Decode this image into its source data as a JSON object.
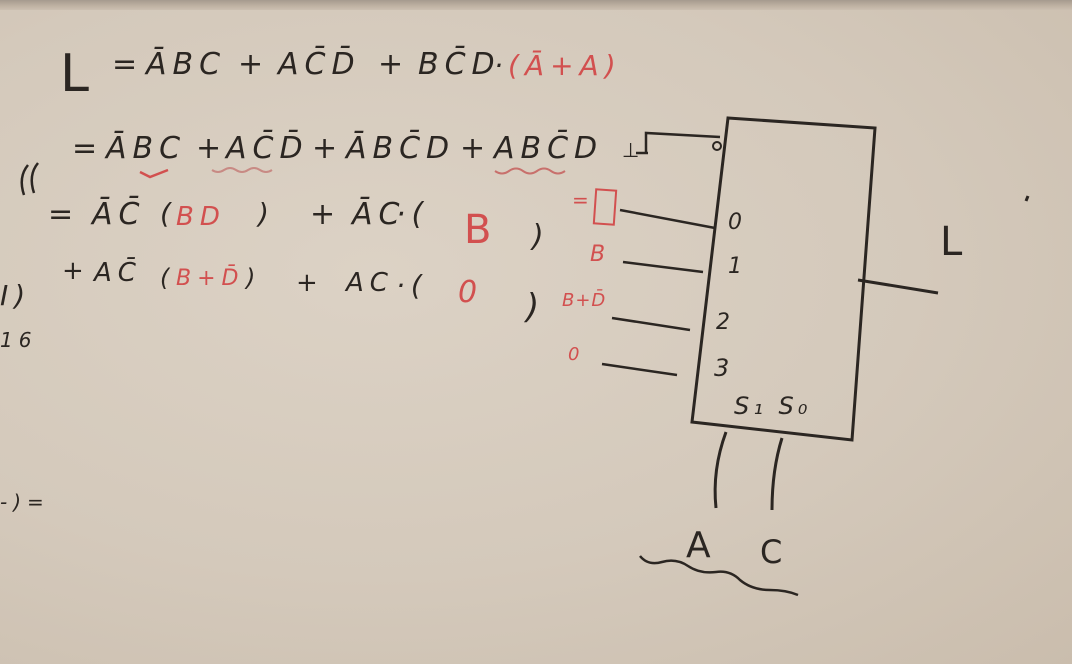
{
  "board": {
    "lines": [
      {
        "id": "line1",
        "prefix": "L",
        "eq": "=",
        "terms": [
          "ĀBC",
          "+",
          "AC̄D̄",
          "+",
          "BC̄D",
          "·"
        ],
        "red": "(Ā+A)"
      },
      {
        "id": "line2",
        "eq": "=",
        "terms": [
          "ĀBC",
          "+",
          "AC̄D̄",
          "+",
          "ĀBC̄D",
          "+",
          "ABC̄D"
        ]
      },
      {
        "id": "line3",
        "eq": "=",
        "terms": [
          "ĀC̄",
          "(",
          ")",
          "+",
          "ĀC",
          "·(",
          ")"
        ],
        "red": [
          "BD",
          "B"
        ]
      },
      {
        "id": "line4",
        "eq": "+",
        "terms": [
          "AC̄",
          "(",
          ")",
          "+",
          "AC",
          "·(",
          ")"
        ],
        "red": [
          "B+D̄",
          "0"
        ]
      }
    ],
    "left_margin": {
      "mark1": "((",
      "mark2": "I)",
      "mark3": "16",
      "mark4": "-)="
    }
  },
  "mux": {
    "enable_symbol": "⊥",
    "inputs": [
      {
        "index": "0",
        "value": "=▯"
      },
      {
        "index": "1",
        "value": "B"
      },
      {
        "index": "2",
        "value": "B+D̄"
      },
      {
        "index": "3",
        "value": "0"
      }
    ],
    "select_labels": "S₁ S₀",
    "select_inputs": [
      "A",
      "C"
    ],
    "output_label": "L"
  },
  "colors": {
    "ink": "#2b2622",
    "marker_red": "#d2504f",
    "board": "#d6cbbd"
  }
}
